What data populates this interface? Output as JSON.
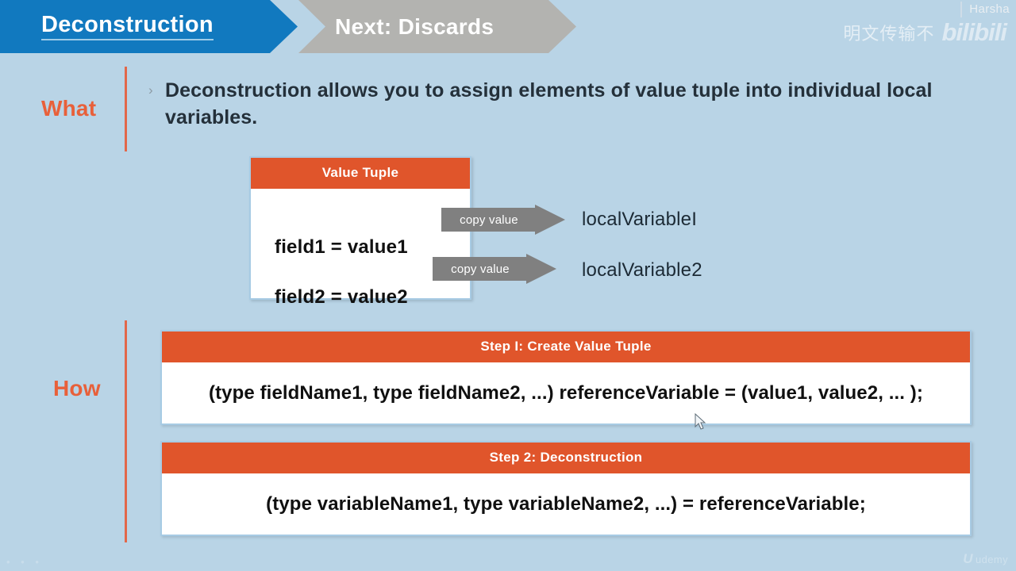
{
  "header": {
    "current_label": "Deconstruction",
    "next_label": "Next: Discards"
  },
  "watermarks": {
    "user_tag": "Harsha",
    "bili_text_cn": "明文传输不",
    "bili_logo": "bilibili",
    "udemy_mark": "U",
    "udemy_label": "udemy",
    "corner_mark": "• • •"
  },
  "sections": {
    "what": {
      "label": "What",
      "bullet": "›",
      "text": "Deconstruction allows you to assign elements of value tuple into individual local variables."
    },
    "how": {
      "label": "How"
    }
  },
  "value_tuple": {
    "title": "Value Tuple",
    "rows": [
      {
        "text": "field1 = value1",
        "arrow_label": "copy value",
        "target": "localVariableI"
      },
      {
        "text": "field2 = value2",
        "arrow_label": "copy value",
        "target": "localVariable2"
      }
    ]
  },
  "steps": [
    {
      "title": "Step I: Create Value Tuple",
      "code": "(type fieldName1, type fieldName2, ...)  referenceVariable = (value1, value2, ... );"
    },
    {
      "title": "Step 2: Deconstruction",
      "code": "(type variableName1, type variableName2, ...) = referenceVariable;"
    }
  ],
  "colors": {
    "background": "#b9d4e6",
    "header_current": "#1179bf",
    "header_next": "#b3b3b0",
    "accent_orange": "#e0552b",
    "rail_orange": "#e2674a",
    "box_border": "#a7cbe4",
    "arrow_gray": "#808080"
  }
}
